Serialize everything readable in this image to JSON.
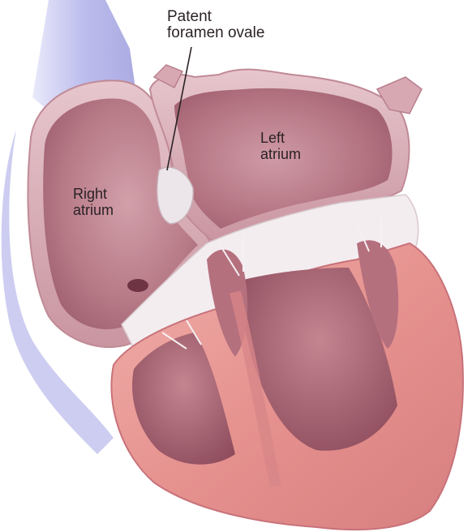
{
  "labels": {
    "patent_foramen_ovale": {
      "line1": "Patent",
      "line2": "foramen ovale"
    },
    "left_atrium": {
      "line1": "Left",
      "line2": "atrium"
    },
    "right_atrium": {
      "line1": "Right",
      "line2": "atrium"
    }
  },
  "colors": {
    "chamber_inner": "#b0707e",
    "chamber_wall": "#dcb4bc",
    "muscle": "#e89a98",
    "vessel_blue": "#b9b9ea",
    "valve_white": "#f4eef0",
    "label_text": "#2a2226"
  }
}
